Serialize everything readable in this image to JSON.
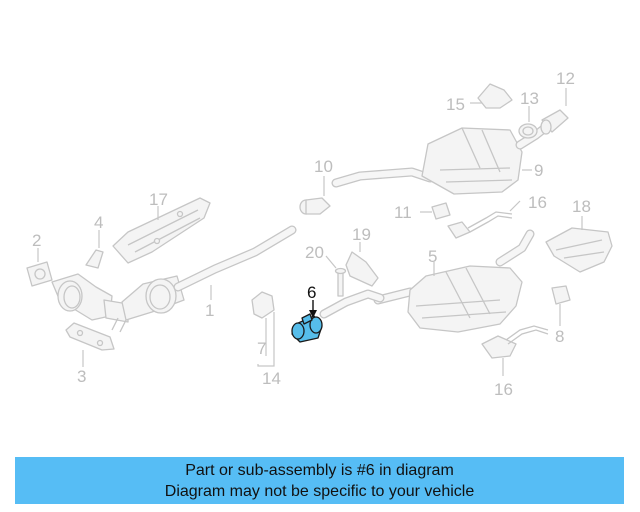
{
  "callouts": {
    "c1": "1",
    "c2": "2",
    "c3": "3",
    "c4": "4",
    "c5": "5",
    "c6": "6",
    "c7": "7",
    "c8": "8",
    "c9": "9",
    "c10": "10",
    "c11": "11",
    "c12": "12",
    "c13": "13",
    "c14": "14",
    "c15": "15",
    "c16a": "16",
    "c16b": "16",
    "c17": "17",
    "c18": "18",
    "c19": "19",
    "c20": "20"
  },
  "highlight": {
    "part_number": "6",
    "color": "#56bdea"
  },
  "banner": {
    "line1": "Part or sub-assembly is #6 in diagram",
    "line2": "Diagram may not be specific to your vehicle",
    "color": "#56bdf5"
  }
}
